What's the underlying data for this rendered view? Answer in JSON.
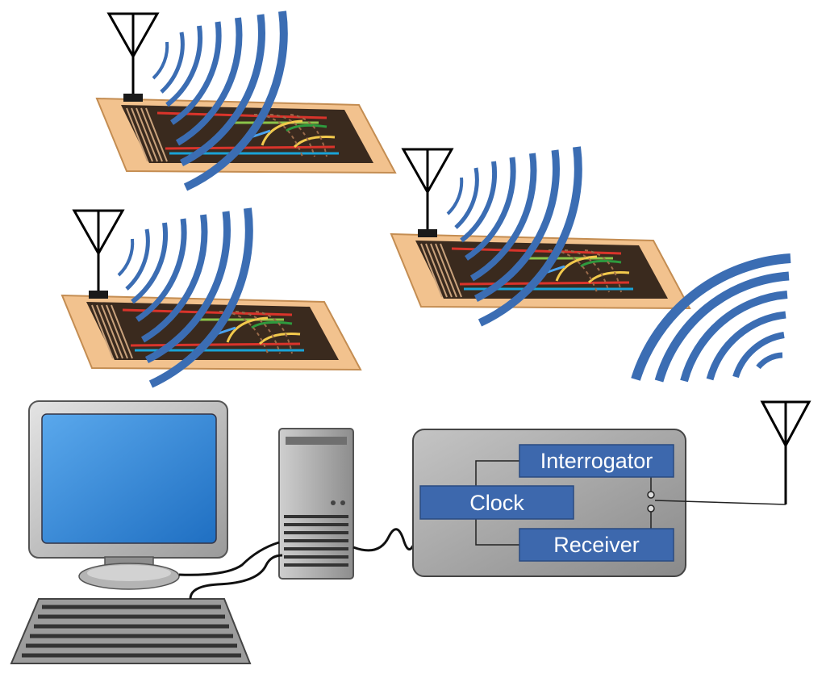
{
  "reader": {
    "interrogator_label": "Interrogator",
    "clock_label": "Clock",
    "receiver_label": "Receiver"
  },
  "colors": {
    "wave": "#3b6db3",
    "board": "#f1c08a",
    "block": "#3d68ad",
    "reader_box": "#a6a6a6",
    "screen": "#2d84d8"
  },
  "icons": {
    "antenna": "antenna-icon",
    "sensor": "saw-sensor-tag-icon",
    "monitor": "monitor-icon",
    "tower": "pc-tower-icon",
    "keyboard": "keyboard-icon"
  }
}
